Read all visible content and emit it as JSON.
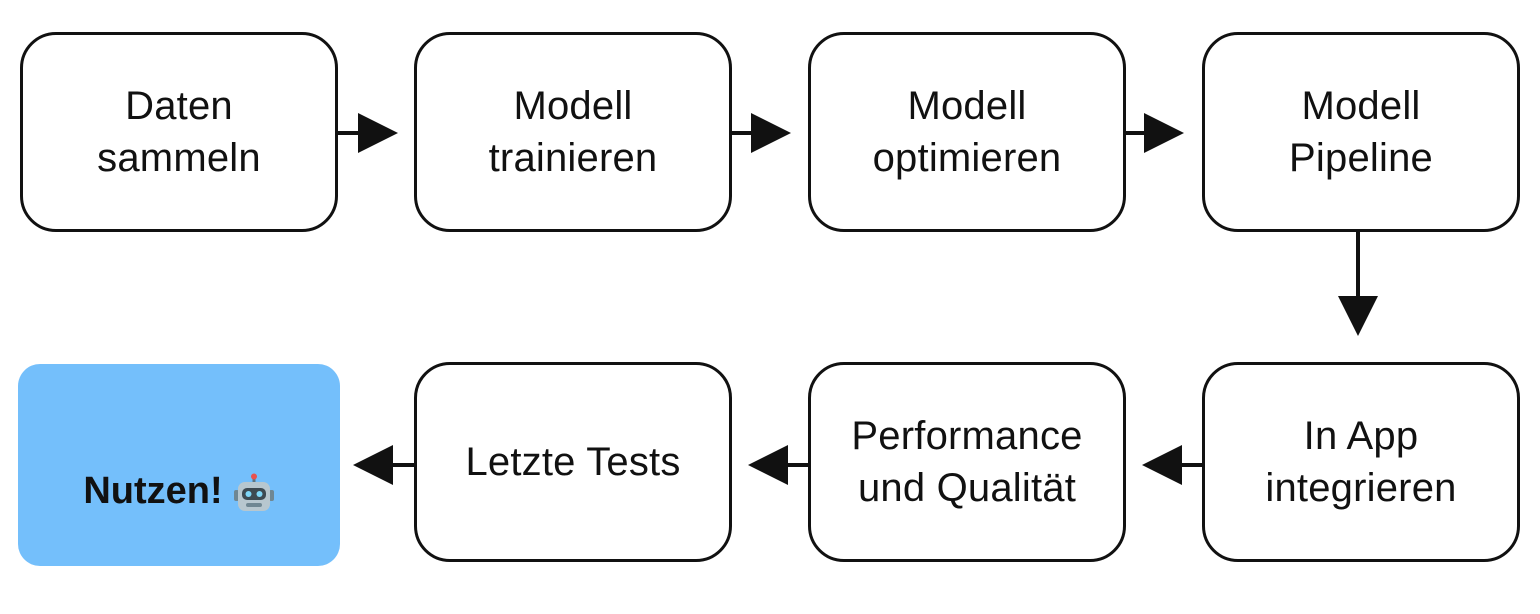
{
  "diagram": {
    "steps": [
      {
        "label": "Daten\nsammeln"
      },
      {
        "label": "Modell\ntrainieren"
      },
      {
        "label": "Modell\noptimieren"
      },
      {
        "label": "Modell\nPipeline"
      },
      {
        "label": "In App\nintegrieren"
      },
      {
        "label": "Performance\nund Qualität"
      },
      {
        "label": "Letzte Tests"
      },
      {
        "label": "Nutzen!",
        "icon": "robot-face-icon"
      }
    ],
    "colors": {
      "stroke": "#111111",
      "box_fill": "#ffffff",
      "final_fill": "#74bffb"
    }
  }
}
